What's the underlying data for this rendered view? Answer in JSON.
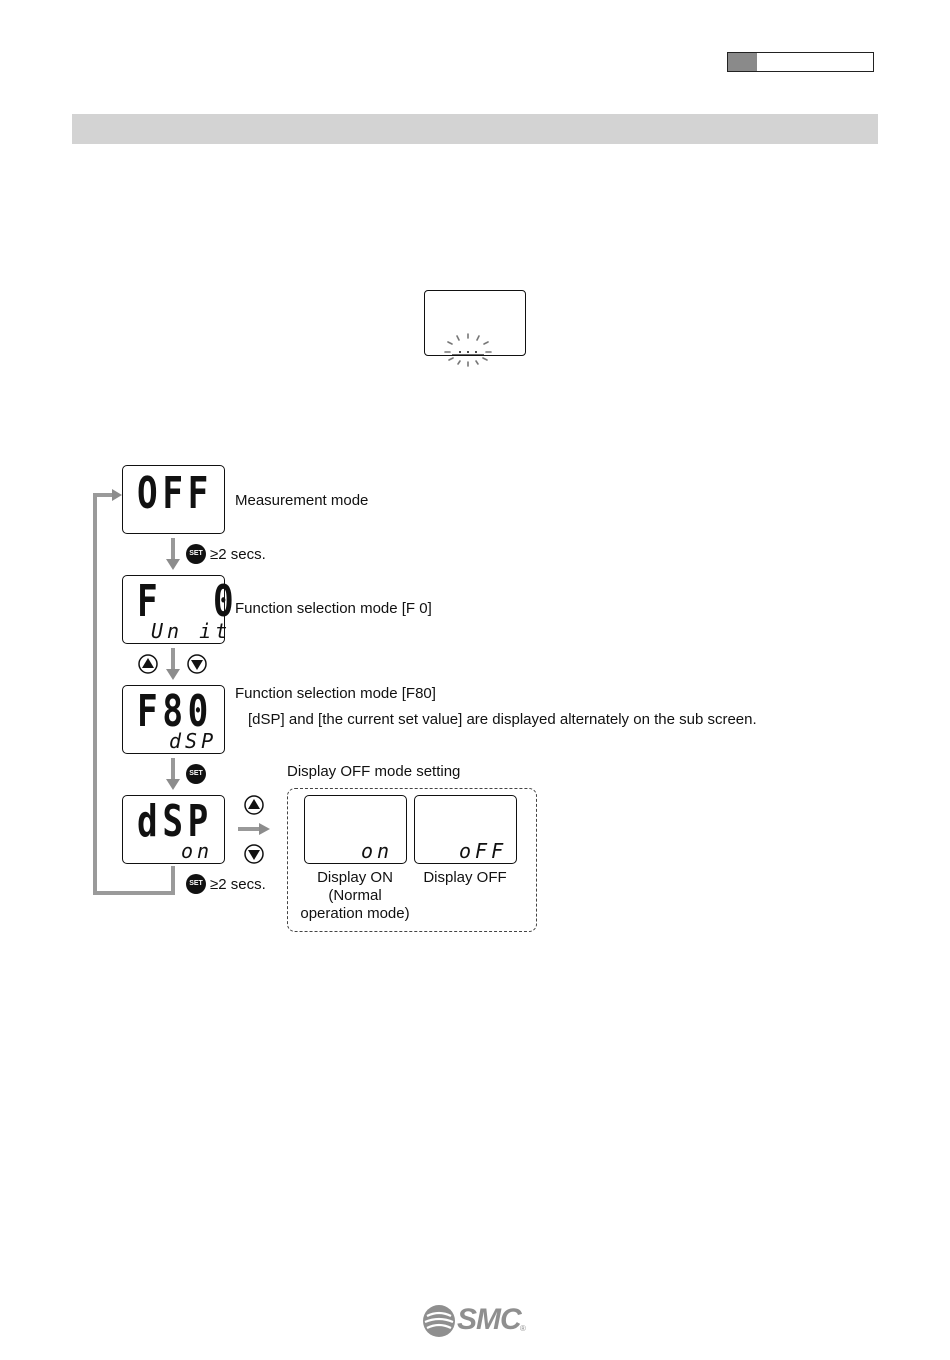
{
  "header": {
    "tab_text": ""
  },
  "section_band": {
    "title": ""
  },
  "flow": {
    "measurement": {
      "main": "OFF",
      "label": "Measurement mode"
    },
    "step1": {
      "button": "SET",
      "label": "≥2 secs."
    },
    "f0": {
      "main": "F  0",
      "sub": "Un it",
      "label": "Function selection mode [F 0]"
    },
    "f80": {
      "main": "F80",
      "sub": "dSP",
      "label": "Function selection mode [F80]",
      "note": "[dSP] and [the current set value] are displayed alternately on the sub screen."
    },
    "step3": {
      "button": "SET"
    },
    "dsp": {
      "main": "dSP",
      "sub": "on"
    },
    "step4": {
      "button": "SET",
      "label": "≥2 secs."
    },
    "offmode": {
      "title": "Display OFF mode setting",
      "on": {
        "sub": "on",
        "caption_line1": "Display ON",
        "caption_line2": "(Normal",
        "caption_line3": "operation mode)"
      },
      "off": {
        "sub": "oFF",
        "caption": "Display OFF"
      }
    }
  },
  "footer": {
    "logo": "SMC",
    "registered": "®"
  },
  "colors": {
    "band": "#d3d3d3",
    "arrow": "#8c8c8c",
    "header_fill": "#8a8a8a"
  }
}
